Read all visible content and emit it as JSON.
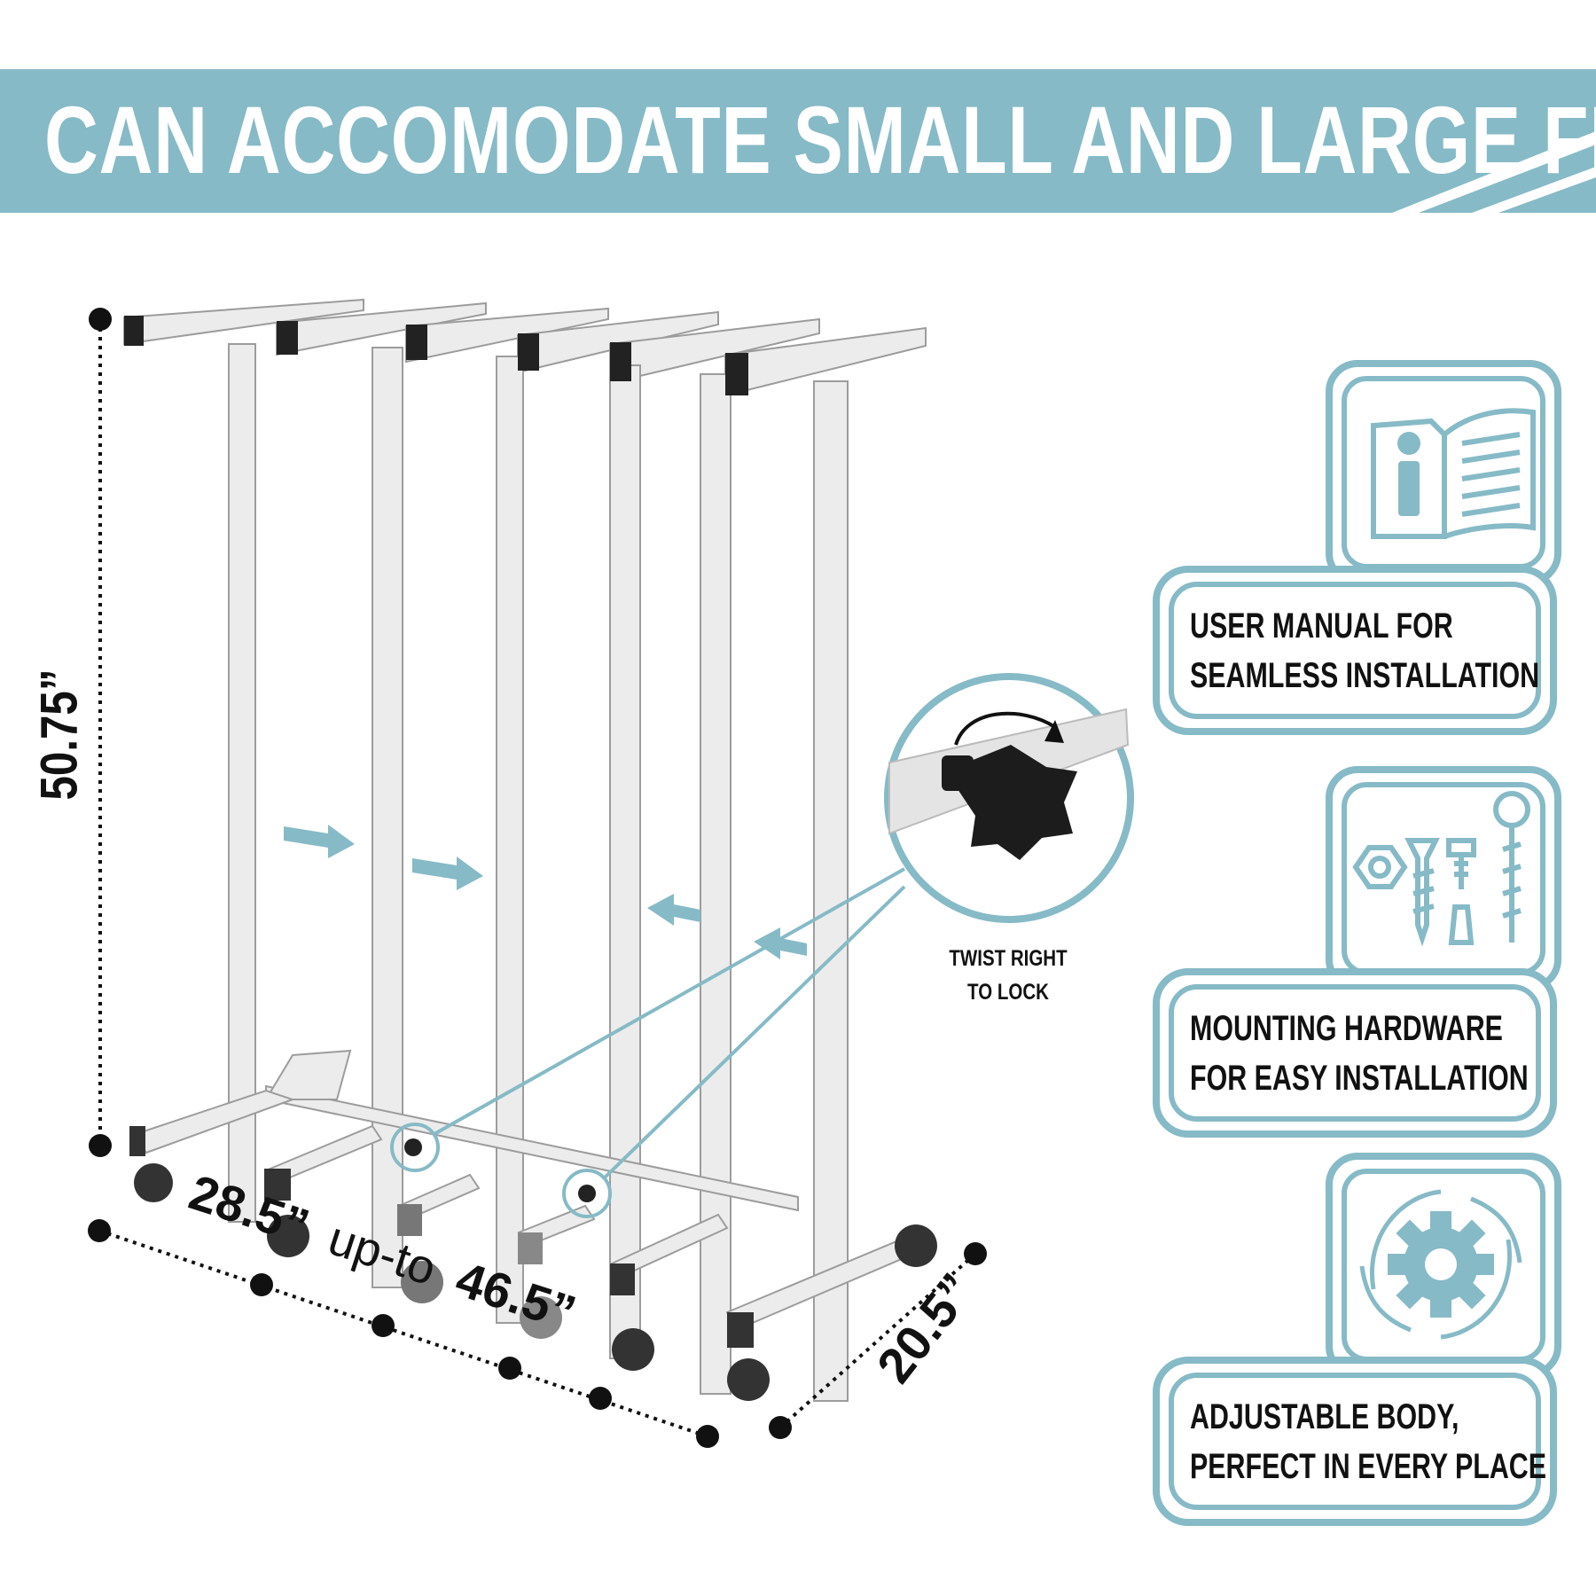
{
  "banner": {
    "title": "CAN ACCOMODATE SMALL AND LARGE FILES"
  },
  "dimensions": {
    "height": "50.75”",
    "width_min": "28.5”",
    "width_connector": "up-to",
    "width_max": "46.5”",
    "depth": "20.5”"
  },
  "callout": {
    "line1": "TWIST RIGHT",
    "line2": "TO LOCK"
  },
  "features": [
    {
      "icon": "manual-book-icon",
      "line1": "USER MANUAL FOR",
      "line2": "SEAMLESS INSTALLATION"
    },
    {
      "icon": "hardware-screws-icon",
      "line1": "MOUNTING HARDWARE",
      "line2": "FOR  EASY INSTALLATION"
    },
    {
      "icon": "adjustable-gear-icon",
      "line1": "ADJUSTABLE BODY,",
      "line2": "PERFECT IN EVERY PLACE"
    }
  ],
  "colors": {
    "accent": "#86bac6",
    "text": "#111111",
    "background": "#ffffff",
    "frame": "#e6e6e6"
  }
}
